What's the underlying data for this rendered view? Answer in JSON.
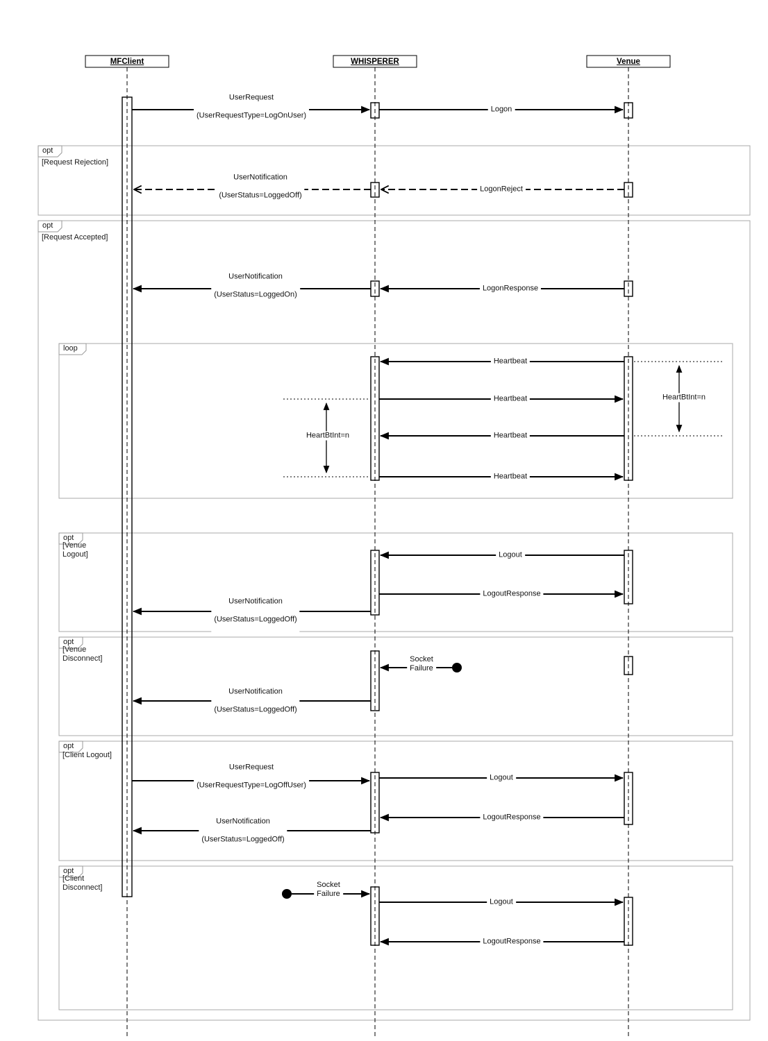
{
  "diagram": {
    "kind": "uml-sequence-diagram",
    "colors": {
      "line": "#000000",
      "fragment_border": "#a8a8a8",
      "background": "#ffffff"
    },
    "actors": [
      {
        "name": "MFClient"
      },
      {
        "name": "WHISPERER"
      },
      {
        "name": "Venue"
      }
    ],
    "fragments": [
      {
        "operator": "opt",
        "guard": "[Request Rejection]"
      },
      {
        "operator": "opt",
        "guard": "[Request Accepted]"
      },
      {
        "operator": "loop",
        "guard": ""
      },
      {
        "operator": "opt",
        "guard": "[Venue\nLogout]"
      },
      {
        "operator": "opt",
        "guard": "[Venue\nDisconnect]"
      },
      {
        "operator": "opt",
        "guard": "[Client Logout]"
      },
      {
        "operator": "opt",
        "guard": "[Client\nDisconnect]"
      }
    ],
    "messages": [
      {
        "label": "UserRequest",
        "params": "(UserRequestType=LogOnUser)"
      },
      {
        "label": "Logon"
      },
      {
        "label": "UserNotification",
        "params": "(UserStatus=LoggedOff)"
      },
      {
        "label": "LogonReject"
      },
      {
        "label": "UserNotification",
        "params": "(UserStatus=LoggedOn)"
      },
      {
        "label": "LogonResponse"
      },
      {
        "label": "Heartbeat"
      },
      {
        "label": "Heartbeat"
      },
      {
        "label": "Heartbeat"
      },
      {
        "label": "Heartbeat"
      },
      {
        "label": "Logout"
      },
      {
        "label": "LogoutResponse"
      },
      {
        "label": "UserNotification",
        "params": "(UserStatus=LoggedOff)"
      },
      {
        "label": "Socket\nFailure"
      },
      {
        "label": "UserNotification",
        "params": "(UserStatus=LoggedOff)"
      },
      {
        "label": "UserRequest",
        "params": "(UserRequestType=LogOffUser)"
      },
      {
        "label": "Logout"
      },
      {
        "label": "LogoutResponse"
      },
      {
        "label": "UserNotification",
        "params": "(UserStatus=LoggedOff)"
      },
      {
        "label": "Socket\nFailure"
      },
      {
        "label": "Logout"
      },
      {
        "label": "LogoutResponse"
      }
    ],
    "annotations": [
      {
        "label": "HeartBtInt=n"
      },
      {
        "label": "HeartBtInt=n"
      }
    ]
  }
}
